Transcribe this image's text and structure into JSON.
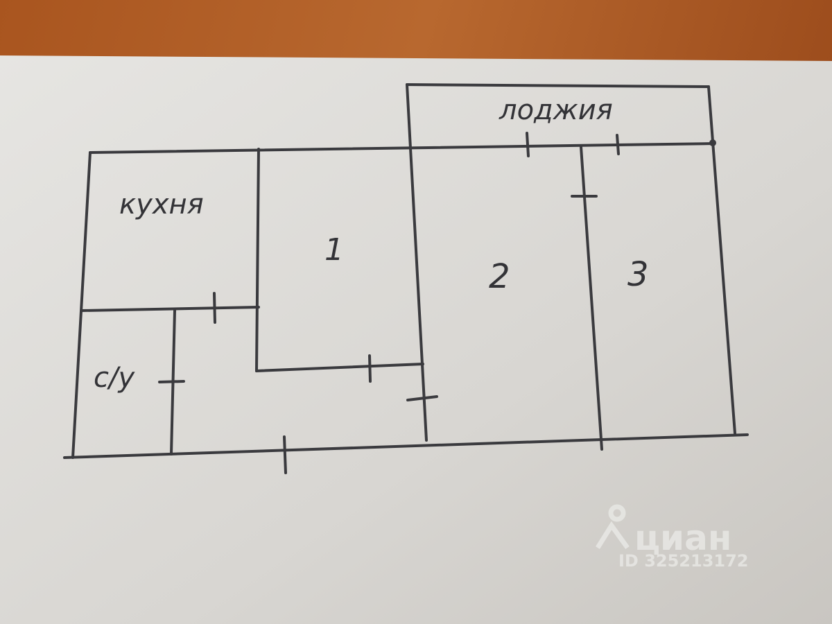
{
  "plan": {
    "labels": {
      "loggia": "лоджия",
      "kitchen": "кухня",
      "room1": "1",
      "room2": "2",
      "room3": "3",
      "bathroom": "с/у"
    }
  },
  "watermark": {
    "brand": "циан",
    "id": "ID 325213172"
  },
  "colors": {
    "wood": "#a85a2a",
    "paper": "#dcdad6",
    "ink": "#3a3a3e"
  }
}
